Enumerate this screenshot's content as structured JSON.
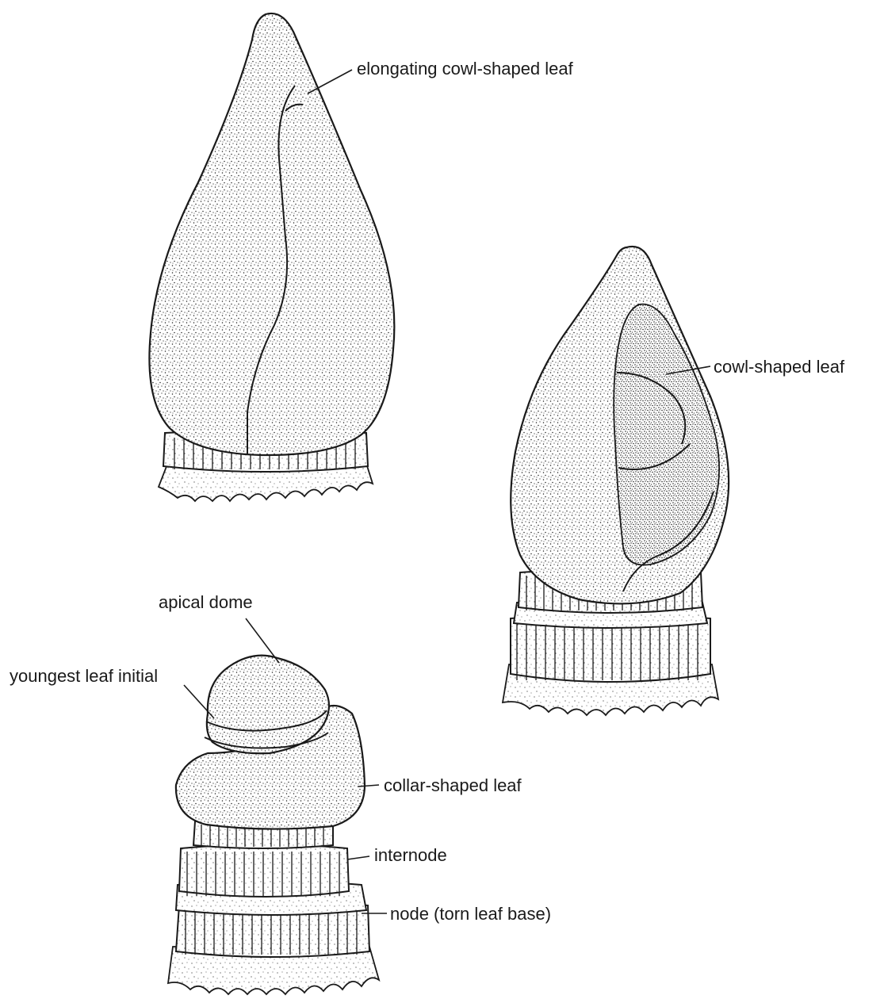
{
  "labels": {
    "elongating_leaf": "elongating cowl-shaped leaf",
    "cowl_leaf": "cowl-shaped leaf",
    "apical_dome": "apical dome",
    "youngest_leaf": "youngest leaf initial",
    "collar_leaf": "collar-shaped leaf",
    "internode": "internode",
    "node": "node (torn leaf base)"
  },
  "style": {
    "ink": "#1a1a1a",
    "paper": "#ffffff"
  }
}
